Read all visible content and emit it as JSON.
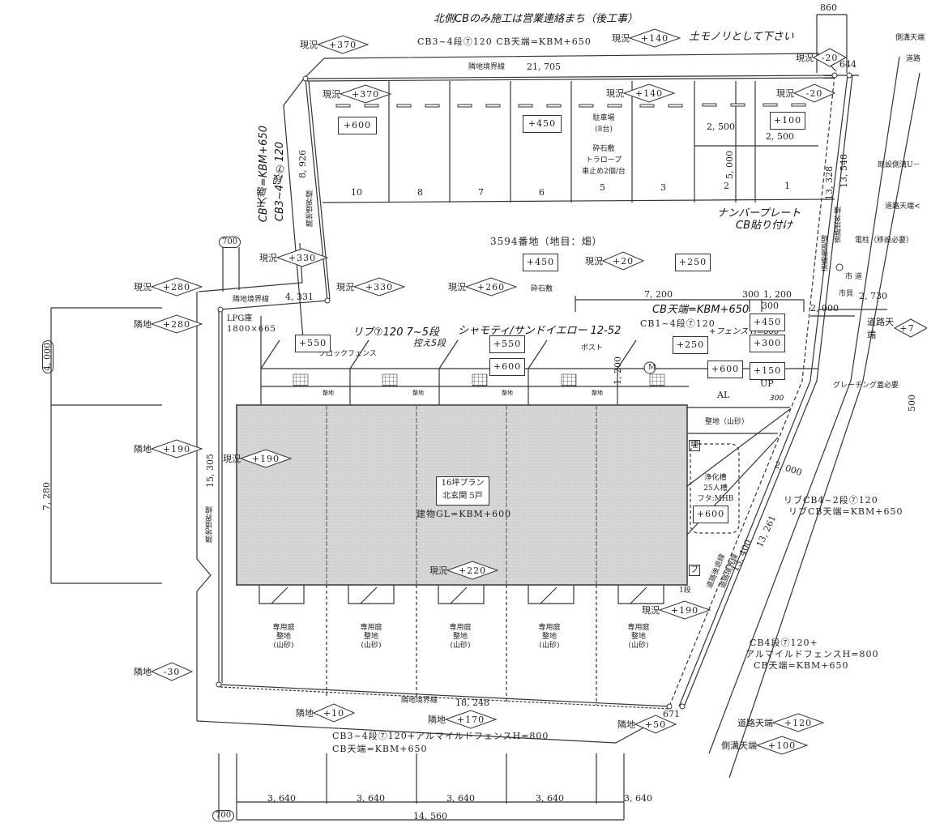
{
  "title_notes": {
    "handwritten_top": "北側CBのみ施工は営業連絡まち（後工事）",
    "handwritten_top_right": "土モノリとして下さい",
    "north_wall_spec": "CB3~4段⑦120  CB天端=KBM+650",
    "west_wall_hand_1": "CB天端=KBM+650",
    "west_wall_hand_2": "CB3~4段⑦120",
    "number_plate_hand_1": "ナンバープレート",
    "number_plate_hand_2": "CB貼り付け",
    "rib_block_hand_1": "リブ⑦120 7~5段",
    "rib_block_hand_2": "控え5段",
    "color_hand": "シャモティ/サンドイエロー 12-52",
    "cb_top_hand": "CB天端=KBM+650"
  },
  "boundary": {
    "north_label": "隣地境界線",
    "north_length": "21, 705",
    "west_upper_label": "隣地境界線",
    "west_upper_length": "8, 926",
    "west_step_label": "隣地境界線",
    "west_step_length": "4, 331",
    "west_lower_label": "隣地境界線",
    "west_lower_length": "15, 305",
    "south_label": "隣地境界線",
    "south_length": "18, 248",
    "road_setback_label": "道路後退線",
    "road_boundary_label": "道路境界線",
    "east_setback_length": "13, 328",
    "east_boundary_length": "13, 548",
    "east_lower_setback_length": "13, 400",
    "east_lower_boundary_length": "13, 261",
    "corner_ne": "644",
    "corner_se": "671"
  },
  "parking": {
    "title": "駐車場",
    "count": "(8台)",
    "surface": "砕石敷",
    "rope": "トラロープ",
    "stopper": "車止め2個/台",
    "stalls": [
      "10",
      "8",
      "7",
      "6",
      "5",
      "3",
      "2",
      "1"
    ],
    "stall_width": "2, 500",
    "stall_width_2": "2, 500",
    "stall_depth": "5, 000",
    "levels": [
      "+600",
      "+450",
      "+100"
    ]
  },
  "lot": {
    "label": "3594番地（地目：畑）",
    "surface": "砕石敷",
    "planned_levels": [
      "+450",
      "+250"
    ]
  },
  "existing_levels": [
    {
      "prefix": "現況",
      "value": "+370"
    },
    {
      "prefix": "現況",
      "value": "+370"
    },
    {
      "prefix": "現況",
      "value": "+140"
    },
    {
      "prefix": "現況",
      "value": "+140"
    },
    {
      "prefix": "現況",
      "value": "-20"
    },
    {
      "prefix": "現況",
      "value": "-20"
    },
    {
      "prefix": "現況",
      "value": "+330"
    },
    {
      "prefix": "現況",
      "value": "+330"
    },
    {
      "prefix": "現況",
      "value": "+280"
    },
    {
      "prefix": "隣地",
      "value": "+280"
    },
    {
      "prefix": "現況",
      "value": "+260"
    },
    {
      "prefix": "現況",
      "value": "+20"
    },
    {
      "prefix": "隣地",
      "value": "+190"
    },
    {
      "prefix": "現況",
      "value": "+190"
    },
    {
      "prefix": "現況",
      "value": "+220"
    },
    {
      "prefix": "現況",
      "value": "+190"
    },
    {
      "prefix": "隣地",
      "value": "-30"
    },
    {
      "prefix": "隣地",
      "value": "+10"
    },
    {
      "prefix": "隣地",
      "value": "+170"
    },
    {
      "prefix": "隣地",
      "value": "+50"
    },
    {
      "prefix": "道路天端",
      "value": "+120"
    },
    {
      "prefix": "側溝天端",
      "value": "+100"
    },
    {
      "prefix": "道路天端",
      "value": "+7"
    }
  ],
  "front_yard": {
    "lpg": "LPG庫",
    "lpg_size": "1800×665",
    "block_fence": "ブロックフェンス",
    "post": "ポスト",
    "cb_fence": "CB1~4段⑦120",
    "fence_hand": "+フェンス H=800",
    "levels": [
      "+550",
      "+550",
      "+600",
      "+250",
      "+450",
      "+300",
      "+600",
      "+150"
    ],
    "gravel_small": "整地",
    "gravel_small_2": "(山砂)",
    "meter": "M",
    "al": "AL",
    "up": "UP",
    "dim_300": "300",
    "grating": "グレーチング蓋必要"
  },
  "building": {
    "plan": "16坪プラン",
    "entry": "北玄関  5戸",
    "gl": "建物GL=KBM+600"
  },
  "septic": {
    "buried": "埋",
    "title": "浄化槽",
    "capacity": "25人槽",
    "lid": "フタ:MHB",
    "level": "+600",
    "ground": "整地（山砂）",
    "bu": "プ",
    "step": "1段"
  },
  "gardens": [
    {
      "l1": "専用庭",
      "l2": "整地",
      "l3": "(山砂)"
    },
    {
      "l1": "専用庭",
      "l2": "整地",
      "l3": "(山砂)"
    },
    {
      "l1": "専用庭",
      "l2": "整地",
      "l3": "(山砂)"
    },
    {
      "l1": "専用庭",
      "l2": "整地",
      "l3": "(山砂)"
    },
    {
      "l1": "専用庭",
      "l2": "整地",
      "l3": "(山砂)"
    }
  ],
  "road": {
    "ditch_top": "側溝天端",
    "road_top": "道路",
    "existing_u": "既設側溝U－",
    "road_top_2": "道路天端<",
    "pole": "電柱（移設必要）",
    "city_road": "市  道",
    "width_label": "市貝",
    "width": "2, 730",
    "setback": "2, 000",
    "setback_2": "2, 000",
    "top_dim": "860",
    "dim_500": "500"
  },
  "walls": {
    "east_rib_1": "リブCB4~2段⑦120",
    "east_rib_2": "リブCB天端=KBM+650",
    "se_1": "CB4段⑦120+",
    "se_2": "アルマイルドフェンスH=800",
    "se_3": "CB天端=KBM+650",
    "south_1": "CB3~4段⑦120+アルマイルドフェンスH=800",
    "south_2": "CB天端=KBM+650"
  },
  "dimensions": {
    "left_upper": "4, 000",
    "left_lower": "7, 280",
    "top_700": "700",
    "bottom_700": "700",
    "bays": [
      "3, 640",
      "3, 640",
      "3, 640",
      "3, 640",
      "3, 640"
    ],
    "total": "14, 560",
    "front_7200": "7, 200",
    "front_300": "300",
    "front_1200": "1, 200",
    "front_300b": "300",
    "front_depth": "1, 200"
  }
}
